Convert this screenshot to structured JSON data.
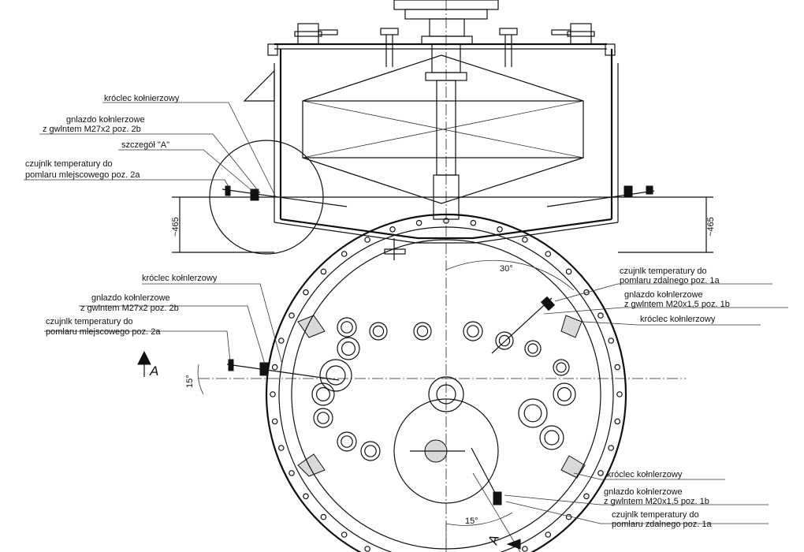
{
  "top_view": {
    "labels": {
      "kroclec": "króclec kołnierzowy",
      "gniazdo_2b_l1": "gnlazdo kołnlerzowe",
      "gniazdo_2b_l2": "z gwlntem M27x2 poz. 2b",
      "szczegol": "szczegół \"A\"",
      "czujnik_2a_l1": "czujnlk temperatury do",
      "czujnik_2a_l2": "pomlaru mlejscowego poz. 2a"
    },
    "dim_left": "~465",
    "dim_right": "~465"
  },
  "plan_view": {
    "labels": {
      "kroclec_left": "króclec kołnlerzowy",
      "gniazdo_2b_l1": "gnlazdo kołnlerzowe",
      "gniazdo_2b_l2": "z gwlntem M27x2 poz. 2b",
      "czujnik_2a_l1": "czujnlk temperatury do",
      "czujnik_2a_l2": "pomlaru mlejscowego poz. 2a",
      "czujnik_1a_top_l1": "czujnlk temperatury do",
      "czujnik_1a_top_l2": "pomlaru zdalnego poz. 1a",
      "gniazdo_1b_top_l1": "gnlazdo kołnlerzowe",
      "gniazdo_1b_top_l2": "z gwlntem M20x1,5 poz. 1b",
      "kroclec_right_top": "króclec kołnlerzowy",
      "kroclec_right_bottom": "króclec kołnlerzowy",
      "gniazdo_1b_bot_l1": "gnlazdo kołnlerzowe",
      "gniazdo_1b_bot_l2": "z gwlntem M20x1,5 poz. 1b",
      "czujnik_1a_bot_l1": "czujnlk temperatury do",
      "czujnik_1a_bot_l2": "pomlaru zdalnego poz. 1a"
    },
    "angle_30": "30°",
    "angle_15_left": "15°",
    "angle_15_bottom": "15°",
    "section_mark_left": "A",
    "section_mark_bottom": "A"
  }
}
